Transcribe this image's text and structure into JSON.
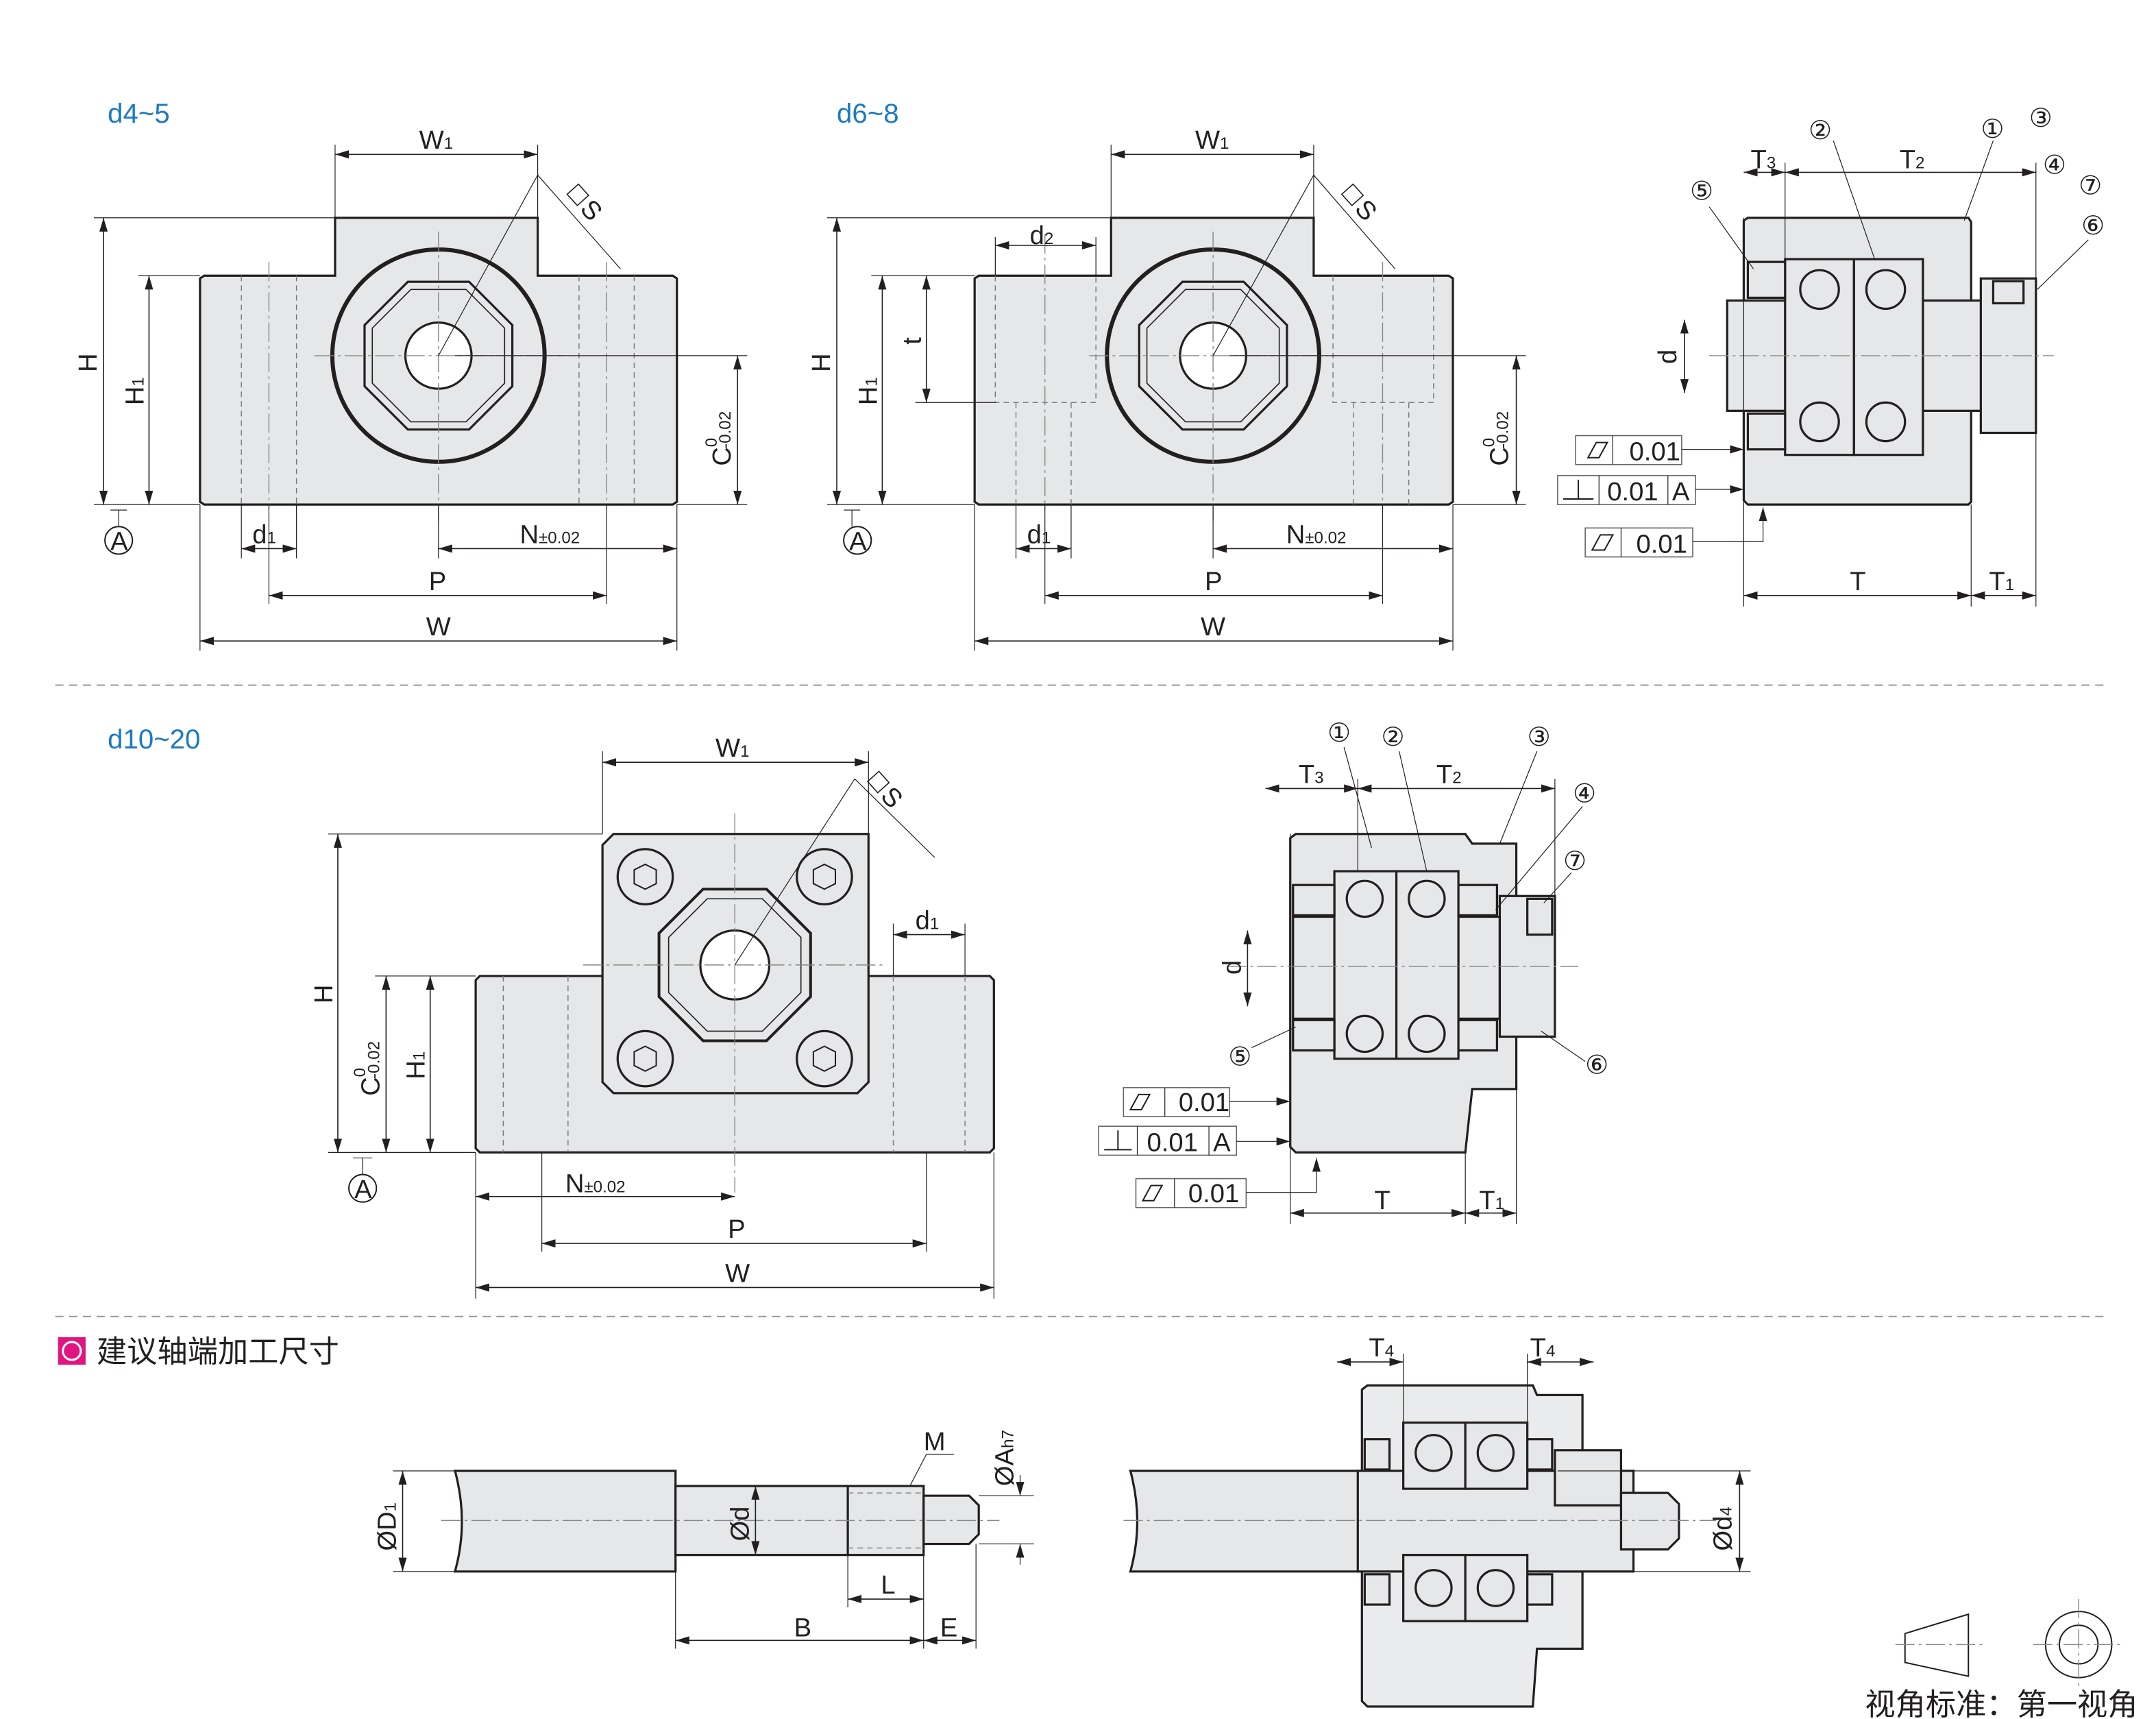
{
  "views": {
    "d4_5": "d4~5",
    "d6_8": "d6~8",
    "d10_20": "d10~20"
  },
  "labels": {
    "W": "W",
    "H": "H",
    "P": "P",
    "S": "S",
    "N": "N",
    "N_tol": "±0.02",
    "C": "C",
    "C_upper": "0",
    "C_lower": "-0.02",
    "d": "d",
    "t": "t",
    "T": "T",
    "M": "M",
    "L": "L",
    "B": "B",
    "E": "E",
    "A": "A",
    "phi_D": "ØD",
    "phi_d": "Ød",
    "phi_A": "ØA",
    "h7": "h7",
    "sub_1": "1",
    "sub_2": "2",
    "sub_3": "3",
    "sub_4": "4"
  },
  "tolerances": {
    "flatness": "0.01",
    "perpendicularity": "0.01",
    "datum": "A"
  },
  "balloons": [
    "①",
    "②",
    "③",
    "④",
    "⑤",
    "⑥",
    "⑦"
  ],
  "section": {
    "shaft_end_title": "建议轴端加工尺寸",
    "accent_color": "#e0157f"
  },
  "projection": {
    "note": "视角标准：第一视角"
  }
}
